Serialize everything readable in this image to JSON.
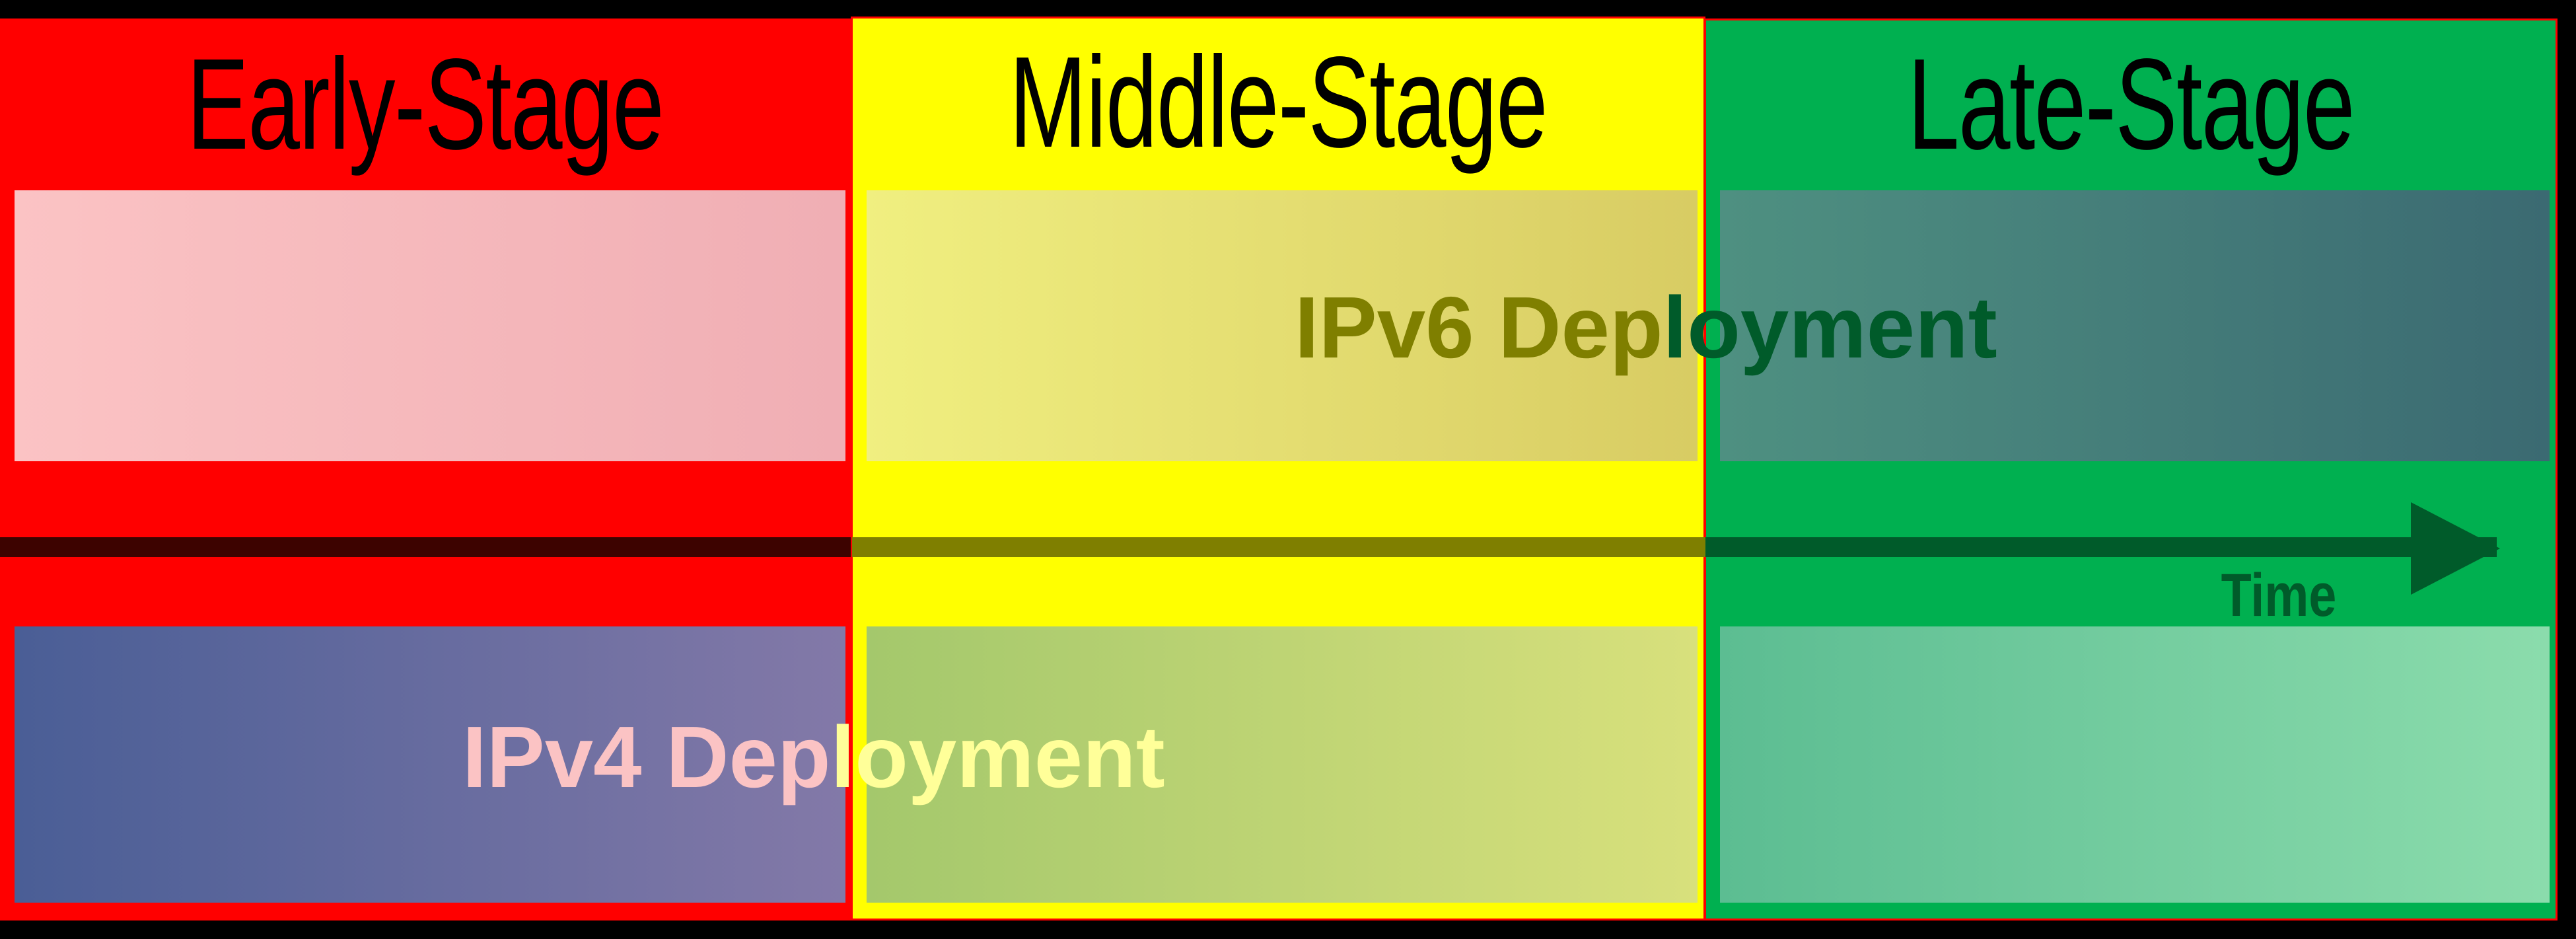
{
  "diagram": {
    "title_visible": false,
    "background_color": "#000000",
    "stages": [
      {
        "name": "early",
        "label": "Early-Stage",
        "color": "#ff0000",
        "text_color": "#000000"
      },
      {
        "name": "middle",
        "label": "Middle-Stage",
        "color": "#ffff00",
        "text_color": "#000000"
      },
      {
        "name": "late",
        "label": "Late-Stage",
        "color": "#00b050",
        "text_color": "#000000"
      }
    ],
    "bands": [
      {
        "name": "ipv6",
        "caption": "IPv6 Deployment",
        "caption_part_1": "IPv6 Dep",
        "caption_part_2": "loyment",
        "caption_color_1": "#7f7f00",
        "caption_color_2": "#005b2a",
        "segments": [
          {
            "stage": "early",
            "from": "#fbc3c4",
            "to": "#f0aeb4"
          },
          {
            "stage": "middle",
            "from": "#f0ef80",
            "to": "#d8cc63"
          },
          {
            "stage": "late",
            "from": "#4e9081",
            "to": "#3b6a72"
          }
        ]
      },
      {
        "name": "ipv4",
        "caption": "IPv4 Deployment",
        "caption_part_1": "IPv4 Dep",
        "caption_part_2": "loyment",
        "caption_color_1": "#fbc3c4",
        "caption_color_2": "#ffff99",
        "segments": [
          {
            "stage": "early",
            "from": "#4a5e96",
            "to": "#8379a8"
          },
          {
            "stage": "middle",
            "from": "#a4c86c",
            "to": "#d8e07c"
          },
          {
            "stage": "late",
            "from": "#5cbd92",
            "to": "#8bdcac"
          }
        ]
      }
    ],
    "axis": {
      "label": "Time",
      "label_color": "#005b2a",
      "direction": "left-to-right",
      "segment_colors": [
        "#3d0300",
        "#7f7f00",
        "#005b2a"
      ],
      "arrowhead_color": "#005b2a"
    }
  }
}
